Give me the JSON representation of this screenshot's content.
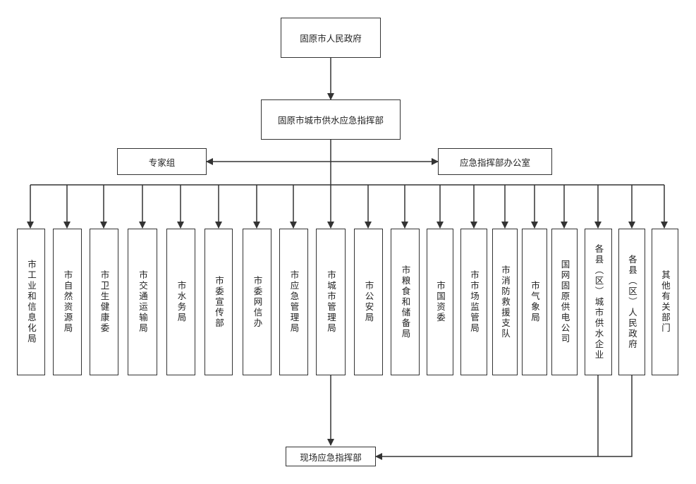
{
  "nodes": {
    "gov": "固原市人民政府",
    "hq": "固原市城市供水应急指挥部",
    "experts": "专家组",
    "office": "应急指挥部办公室",
    "field": "现场应急指挥部"
  },
  "members": [
    "市工业和信息化局",
    "市自然资源局",
    "市卫生健康委",
    "市交通运输局",
    "市水务局",
    "市委宣传部",
    "市委网信办",
    "市应急管理局",
    "市城市管理局",
    "市公安局",
    "市粮食和储备局",
    "市国资委",
    "市市场监管局",
    "市消防救援支队",
    "市气象局",
    "国网固原供电公司",
    "各县（区）城市供水企业",
    "各县（区）人民政府",
    "其他有关部门"
  ]
}
